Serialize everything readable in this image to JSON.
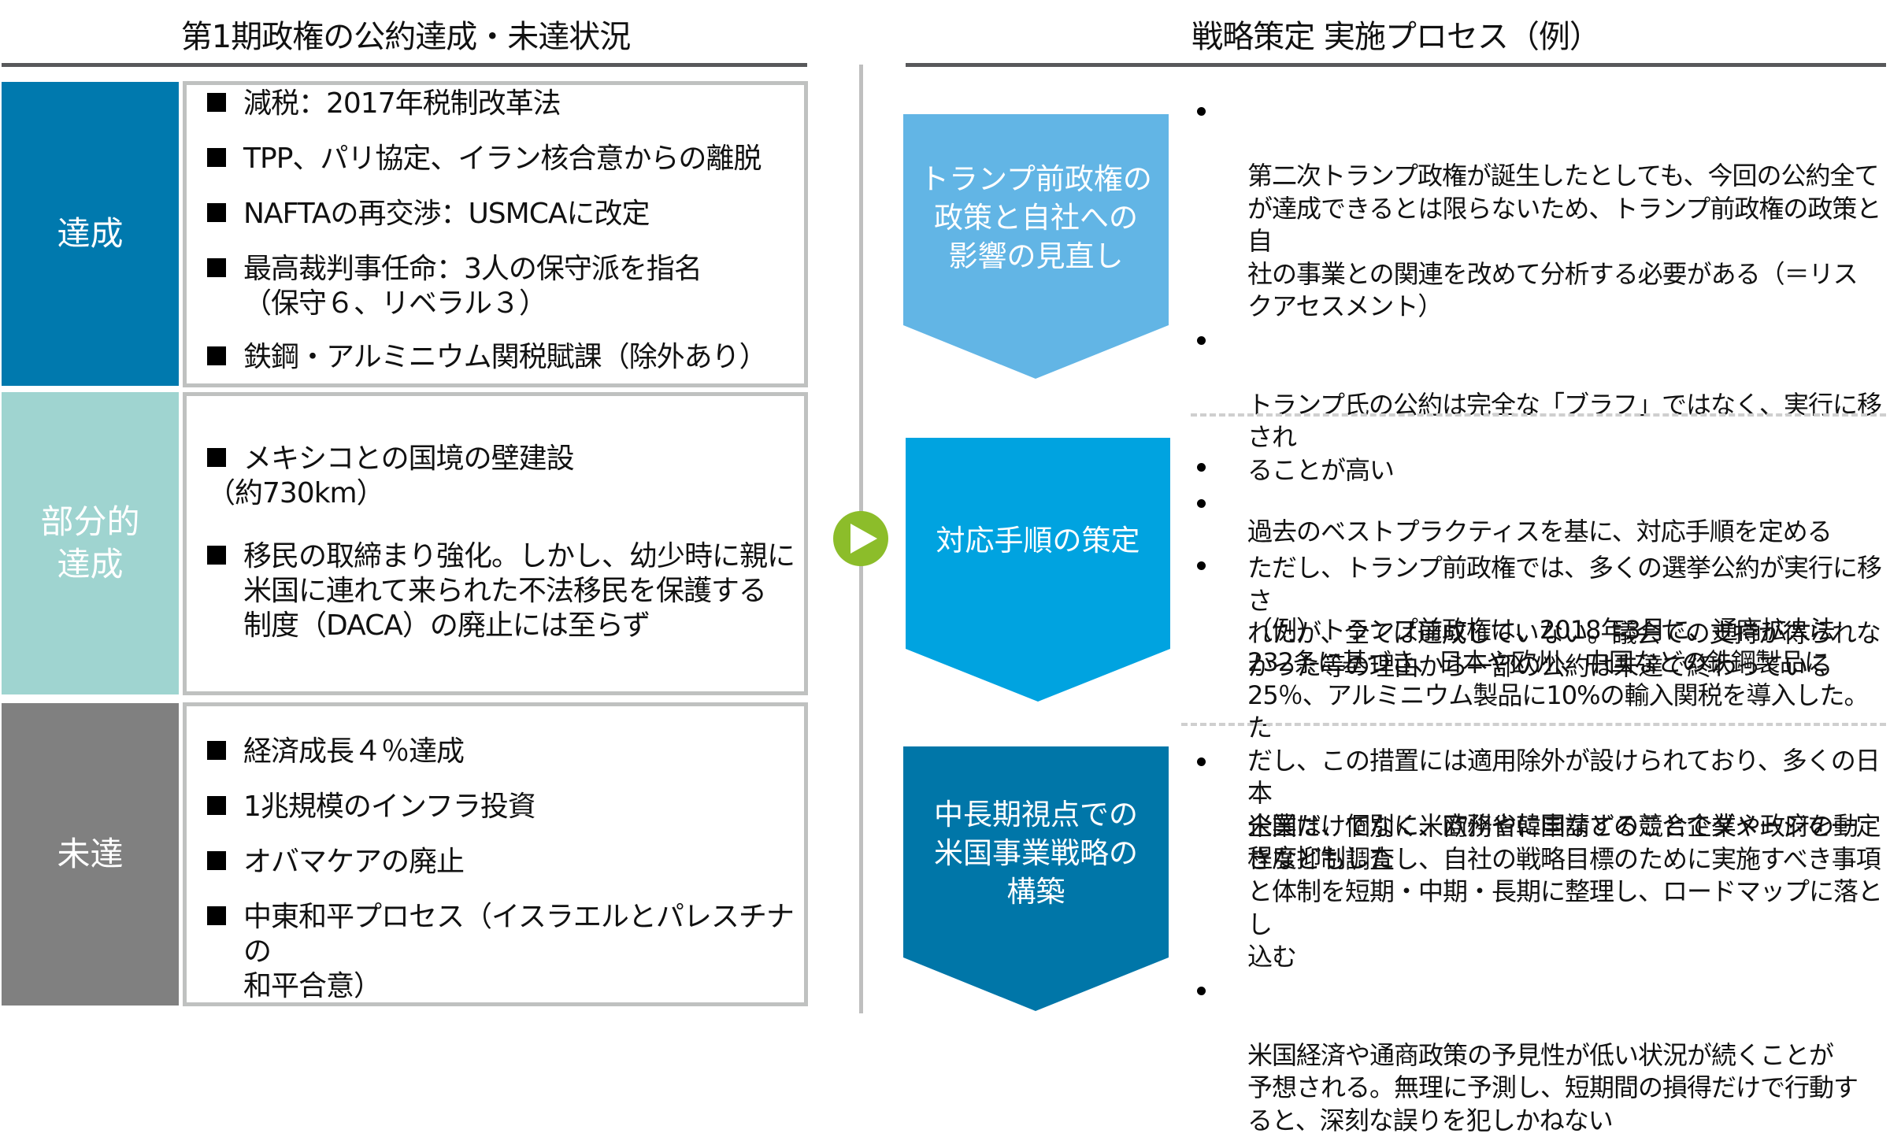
{
  "left_panel": {
    "title": "第1期政権の公約達成・未達状況",
    "rows": [
      {
        "label": "達成",
        "color": "#0079AE",
        "items": [
          "減税：2017年税制改革法",
          "TPP、パリ協定、イラン核合意からの離脱",
          "NAFTAの再交渉：USMCAに改定",
          "最高裁判事任命：3人の保守派を指名\n（保守６、リベラル３）",
          "鉄鋼・アルミニウム関税賦課（除外あり）"
        ]
      },
      {
        "label": "部分的\n達成",
        "color": "#9FD4D0",
        "items": [
          "メキシコとの国境の壁建設\n（約730km）",
          "移民の取締まり強化。しかし、幼少時に親に\n米国に連れて来られた不法移民を保護する\n制度（DACA）の廃止には至らず"
        ]
      },
      {
        "label": "未達",
        "color": "#808080",
        "items": [
          "経済成長４％達成",
          "1兆規模のインフラ投資",
          "オバマケアの廃止",
          "中東和平プロセス（イスラエルとパレスチナの\n和平合意）"
        ]
      }
    ]
  },
  "connector": {
    "icon": "play-icon",
    "color": "#8CBD2A"
  },
  "right_panel": {
    "title": "戦略策定 実施プロセス（例）",
    "steps": [
      {
        "label": "トランプ前政権の\n政策と自社への\n影響の見直し",
        "color": "#62B5E5",
        "bullets": [
          "第二次トランプ政権が誕生したとしても、今回の公約全て\nが達成できるとは限らないため、トランプ前政権の政策と自\n社の事業との関連を改めて分析する必要がある（＝リス\nクアセスメント）",
          "トランプ氏の公約は完全な「ブラフ」ではなく、実行に移され\nることが高い",
          "ただし、トランプ前政権では、多くの選挙公約が実行に移さ\nれたが、全ては達成していない。議会での支持が得られな\nかった等の理由から一部の公約は未達で終わっている"
        ]
      },
      {
        "label": "対応手順の策定",
        "color": "#00A3E0",
        "bullets": [
          "過去のベストプラクティスを基に、対応手順を定める",
          "（例）トランプ前政権は、2018年3月に、通商拡大法\n232条に基づき、日本や欧州、中国などの鉄鋼製品に\n25％、アルミニウム製品に10%の輸入関税を導入した。た\nだし、この措置には適用除外が設けられており、多くの日本\n企業は、個別に米商務省に申請することでダメージを一定\n程度抑制した"
        ]
      },
      {
        "label": "中長期視点での\n米国事業戦略の\n構築",
        "color": "#0076A8",
        "bullets": [
          "米国だけでなく、欧州や韓国などの競合企業や政府の動\nきなども調査し、自社の戦略目標のために実施すべき事項\nと体制を短期・中期・長期に整理し、ロードマップに落とし\n込む",
          "米国経済や通商政策の予見性が低い状況が続くことが\n予想される。無理に予測し、短期間の損得だけで行動す\nると、深刻な誤りを犯しかねない"
        ]
      }
    ]
  }
}
